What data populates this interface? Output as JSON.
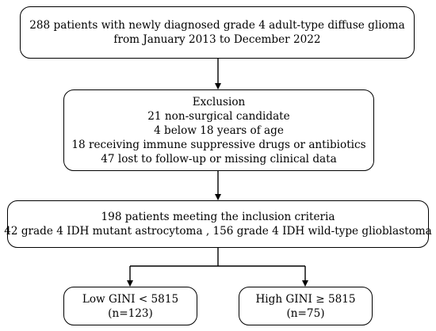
{
  "cohort": {
    "line1": "288 patients with newly diagnosed grade 4 adult-type diffuse glioma",
    "line2": "from January 2013 to December 2022"
  },
  "exclusion": {
    "title": "Exclusion",
    "items": [
      "21 non-surgical candidate",
      "4 below 18 years of age",
      "18 receiving immune suppressive drugs or antibiotics",
      "47 lost to follow-up or missing clinical data"
    ]
  },
  "inclusion": {
    "line1": "198 patients meeting the inclusion criteria",
    "line2": "42 grade 4 IDH mutant astrocytoma , 156 grade 4 IDH wild-type glioblastoma"
  },
  "groups": {
    "low": {
      "label": "Low GINI < 5815",
      "count": "(n=123)"
    },
    "high": {
      "label": "High GINI ≥ 5815",
      "count": "(n=75)"
    }
  }
}
